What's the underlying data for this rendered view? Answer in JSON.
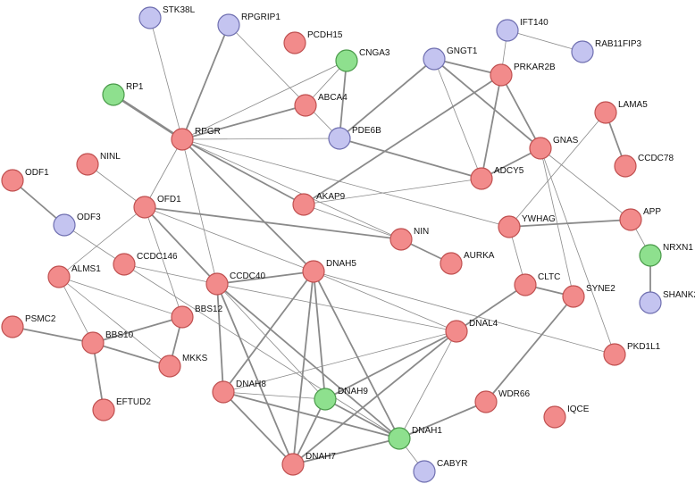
{
  "colors": {
    "red": "#f28b8b",
    "red_stroke": "#c05050",
    "blue": "#c4c4f0",
    "blue_stroke": "#6f6fb0",
    "green": "#8ee08e",
    "green_stroke": "#4a9a4a",
    "edge": "#8a8a8a"
  },
  "nodes": [
    {
      "id": "STK38L",
      "label": "STK38L",
      "color": "blue"
    },
    {
      "id": "RPGRIP1",
      "label": "RPGRIP1",
      "color": "blue"
    },
    {
      "id": "PCDH15",
      "label": "PCDH15",
      "color": "red"
    },
    {
      "id": "CNGA3",
      "label": "CNGA3",
      "color": "green"
    },
    {
      "id": "GNGT1",
      "label": "GNGT1",
      "color": "blue"
    },
    {
      "id": "IFT140",
      "label": "IFT140",
      "color": "blue"
    },
    {
      "id": "RAB11FIP3",
      "label": "RAB11FIP3",
      "color": "blue"
    },
    {
      "id": "RP1",
      "label": "RP1",
      "color": "green"
    },
    {
      "id": "ABCA4",
      "label": "ABCA4",
      "color": "red"
    },
    {
      "id": "PRKAR2B",
      "label": "PRKAR2B",
      "color": "red"
    },
    {
      "id": "RPGR",
      "label": "RPGR",
      "color": "red"
    },
    {
      "id": "PDE6B",
      "label": "PDE6B",
      "color": "blue"
    },
    {
      "id": "LAMA5",
      "label": "LAMA5",
      "color": "red"
    },
    {
      "id": "GNAS",
      "label": "GNAS",
      "color": "red"
    },
    {
      "id": "NINL",
      "label": "NINL",
      "color": "red"
    },
    {
      "id": "CCDC78",
      "label": "CCDC78",
      "color": "red"
    },
    {
      "id": "ODF1",
      "label": "ODF1",
      "color": "red"
    },
    {
      "id": "ADCY5",
      "label": "ADCY5",
      "color": "red"
    },
    {
      "id": "OFD1",
      "label": "OFD1",
      "color": "red"
    },
    {
      "id": "AKAP9",
      "label": "AKAP9",
      "color": "red"
    },
    {
      "id": "ODF3",
      "label": "ODF3",
      "color": "blue"
    },
    {
      "id": "YWHAG",
      "label": "YWHAG",
      "color": "red"
    },
    {
      "id": "APP",
      "label": "APP",
      "color": "red"
    },
    {
      "id": "NIN",
      "label": "NIN",
      "color": "red"
    },
    {
      "id": "NRXN1",
      "label": "NRXN1",
      "color": "green"
    },
    {
      "id": "AURKA",
      "label": "AURKA",
      "color": "red"
    },
    {
      "id": "CCDC146",
      "label": "CCDC146",
      "color": "red"
    },
    {
      "id": "ALMS1",
      "label": "ALMS1",
      "color": "red"
    },
    {
      "id": "DNAH5",
      "label": "DNAH5",
      "color": "red"
    },
    {
      "id": "CCDC40",
      "label": "CCDC40",
      "color": "red"
    },
    {
      "id": "CLTC",
      "label": "CLTC",
      "color": "red"
    },
    {
      "id": "SYNE2",
      "label": "SYNE2",
      "color": "red"
    },
    {
      "id": "SHANK2",
      "label": "SHANK2",
      "color": "blue"
    },
    {
      "id": "BBS12",
      "label": "BBS12",
      "color": "red"
    },
    {
      "id": "PSMC2",
      "label": "PSMC2",
      "color": "red"
    },
    {
      "id": "BBS10",
      "label": "BBS10",
      "color": "red"
    },
    {
      "id": "DNAL4",
      "label": "DNAL4",
      "color": "red"
    },
    {
      "id": "MKKS",
      "label": "MKKS",
      "color": "red"
    },
    {
      "id": "PKD1L1",
      "label": "PKD1L1",
      "color": "red"
    },
    {
      "id": "DNAH8",
      "label": "DNAH8",
      "color": "red"
    },
    {
      "id": "DNAH9",
      "label": "DNAH9",
      "color": "green"
    },
    {
      "id": "WDR66",
      "label": "WDR66",
      "color": "red"
    },
    {
      "id": "EFTUD2",
      "label": "EFTUD2",
      "color": "red"
    },
    {
      "id": "IQCE",
      "label": "IQCE",
      "color": "red"
    },
    {
      "id": "DNAH1",
      "label": "DNAH1",
      "color": "green"
    },
    {
      "id": "DNAH7",
      "label": "DNAH7",
      "color": "red"
    },
    {
      "id": "CABYR",
      "label": "CABYR",
      "color": "blue"
    }
  ],
  "edges": [
    {
      "source": "STK38L",
      "target": "RPGR",
      "weight": 1
    },
    {
      "source": "RPGRIP1",
      "target": "RPGR",
      "weight": 2
    },
    {
      "source": "RPGRIP1",
      "target": "PDE6B",
      "weight": 1
    },
    {
      "source": "RP1",
      "target": "RPGR",
      "weight": 3
    },
    {
      "source": "RPGR",
      "target": "ABCA4",
      "weight": 2
    },
    {
      "source": "RPGR",
      "target": "CNGA3",
      "weight": 1
    },
    {
      "source": "RPGR",
      "target": "PDE6B",
      "weight": 1
    },
    {
      "source": "RPGR",
      "target": "OFD1",
      "weight": 1
    },
    {
      "source": "RPGR",
      "target": "AKAP9",
      "weight": 2
    },
    {
      "source": "RPGR",
      "target": "CCDC40",
      "weight": 1
    },
    {
      "source": "RPGR",
      "target": "DNAH5",
      "weight": 2
    },
    {
      "source": "RPGR",
      "target": "NIN",
      "weight": 1
    },
    {
      "source": "RPGR",
      "target": "YWHAG",
      "weight": 1
    },
    {
      "source": "ABCA4",
      "target": "CNGA3",
      "weight": 1
    },
    {
      "source": "CNGA3",
      "target": "PDE6B",
      "weight": 2
    },
    {
      "source": "PDE6B",
      "target": "GNGT1",
      "weight": 2
    },
    {
      "source": "PDE6B",
      "target": "ADCY5",
      "weight": 2
    },
    {
      "source": "GNGT1",
      "target": "PRKAR2B",
      "weight": 2
    },
    {
      "source": "GNGT1",
      "target": "GNAS",
      "weight": 2
    },
    {
      "source": "GNGT1",
      "target": "ADCY5",
      "weight": 1
    },
    {
      "source": "IFT140",
      "target": "RAB11FIP3",
      "weight": 1
    },
    {
      "source": "IFT140",
      "target": "PRKAR2B",
      "weight": 1
    },
    {
      "source": "PRKAR2B",
      "target": "GNAS",
      "weight": 2
    },
    {
      "source": "PRKAR2B",
      "target": "ADCY5",
      "weight": 2
    },
    {
      "source": "PRKAR2B",
      "target": "AKAP9",
      "weight": 2
    },
    {
      "source": "GNAS",
      "target": "ADCY5",
      "weight": 2
    },
    {
      "source": "GNAS",
      "target": "APP",
      "weight": 1
    },
    {
      "source": "GNAS",
      "target": "SYNE2",
      "weight": 1
    },
    {
      "source": "GNAS",
      "target": "PKD1L1",
      "weight": 1
    },
    {
      "source": "LAMA5",
      "target": "CCDC78",
      "weight": 2
    },
    {
      "source": "LAMA5",
      "target": "YWHAG",
      "weight": 1
    },
    {
      "source": "AKAP9",
      "target": "ADCY5",
      "weight": 1
    },
    {
      "source": "AKAP9",
      "target": "NIN",
      "weight": 1
    },
    {
      "source": "NINL",
      "target": "OFD1",
      "weight": 1
    },
    {
      "source": "ODF1",
      "target": "ODF3",
      "weight": 2
    },
    {
      "source": "ODF3",
      "target": "CCDC146",
      "weight": 1
    },
    {
      "source": "OFD1",
      "target": "NIN",
      "weight": 2
    },
    {
      "source": "OFD1",
      "target": "ALMS1",
      "weight": 1
    },
    {
      "source": "OFD1",
      "target": "CCDC40",
      "weight": 2
    },
    {
      "source": "OFD1",
      "target": "DNAH5",
      "weight": 1
    },
    {
      "source": "OFD1",
      "target": "BBS12",
      "weight": 1
    },
    {
      "source": "NIN",
      "target": "AURKA",
      "weight": 2
    },
    {
      "source": "YWHAG",
      "target": "APP",
      "weight": 2
    },
    {
      "source": "YWHAG",
      "target": "CLTC",
      "weight": 1
    },
    {
      "source": "APP",
      "target": "NRXN1",
      "weight": 1
    },
    {
      "source": "NRXN1",
      "target": "SHANK2",
      "weight": 2
    },
    {
      "source": "CCDC146",
      "target": "CCDC40",
      "weight": 1
    },
    {
      "source": "ALMS1",
      "target": "BBS12",
      "weight": 1
    },
    {
      "source": "ALMS1",
      "target": "BBS10",
      "weight": 1
    },
    {
      "source": "ALMS1",
      "target": "MKKS",
      "weight": 1
    },
    {
      "source": "PSMC2",
      "target": "BBS10",
      "weight": 2
    },
    {
      "source": "BBS10",
      "target": "BBS12",
      "weight": 2
    },
    {
      "source": "BBS10",
      "target": "MKKS",
      "weight": 2
    },
    {
      "source": "BBS10",
      "target": "EFTUD2",
      "weight": 2
    },
    {
      "source": "BBS12",
      "target": "MKKS",
      "weight": 2
    },
    {
      "source": "CCDC40",
      "target": "DNAH5",
      "weight": 2
    },
    {
      "source": "CCDC40",
      "target": "DNAH8",
      "weight": 2
    },
    {
      "source": "CCDC40",
      "target": "DNAH9",
      "weight": 1
    },
    {
      "source": "CCDC40",
      "target": "DNAH1",
      "weight": 2
    },
    {
      "source": "CCDC40",
      "target": "DNAH7",
      "weight": 2
    },
    {
      "source": "CCDC40",
      "target": "DNAL4",
      "weight": 1
    },
    {
      "source": "DNAH5",
      "target": "DNAH8",
      "weight": 2
    },
    {
      "source": "DNAH5",
      "target": "DNAH9",
      "weight": 2
    },
    {
      "source": "DNAH5",
      "target": "DNAH1",
      "weight": 2
    },
    {
      "source": "DNAH5",
      "target": "DNAH7",
      "weight": 2
    },
    {
      "source": "DNAH5",
      "target": "DNAL4",
      "weight": 1
    },
    {
      "source": "DNAH5",
      "target": "PKD1L1",
      "weight": 1
    },
    {
      "source": "DNAL4",
      "target": "CLTC",
      "weight": 2
    },
    {
      "source": "DNAL4",
      "target": "DNAH8",
      "weight": 1
    },
    {
      "source": "DNAL4",
      "target": "DNAH9",
      "weight": 2
    },
    {
      "source": "DNAL4",
      "target": "DNAH1",
      "weight": 1
    },
    {
      "source": "DNAL4",
      "target": "DNAH7",
      "weight": 2
    },
    {
      "source": "CLTC",
      "target": "SYNE2",
      "weight": 2
    },
    {
      "source": "SYNE2",
      "target": "WDR66",
      "weight": 2
    },
    {
      "source": "DNAH8",
      "target": "DNAH9",
      "weight": 1
    },
    {
      "source": "DNAH8",
      "target": "DNAH1",
      "weight": 2
    },
    {
      "source": "DNAH8",
      "target": "DNAH7",
      "weight": 2
    },
    {
      "source": "DNAH9",
      "target": "DNAH1",
      "weight": 2
    },
    {
      "source": "DNAH9",
      "target": "DNAH7",
      "weight": 2
    },
    {
      "source": "DNAH1",
      "target": "DNAH7",
      "weight": 2
    },
    {
      "source": "DNAH1",
      "target": "WDR66",
      "weight": 2
    },
    {
      "source": "DNAH1",
      "target": "CABYR",
      "weight": 1
    },
    {
      "source": "DNAH1",
      "target": "CCDC146",
      "weight": 1
    }
  ]
}
